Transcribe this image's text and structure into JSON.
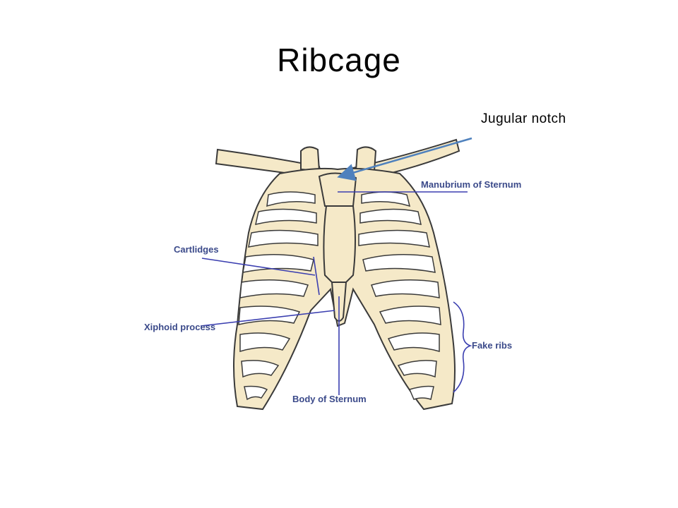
{
  "slide": {
    "title": "Ribcage"
  },
  "callout": {
    "text": "Jugular notch",
    "arrow_color": "#4f81bd"
  },
  "diagram": {
    "labels": {
      "manubrium": "Manubrium of Sternum",
      "cartilages": "Cartlidges",
      "xiphoid": "Xiphoid process",
      "fake_ribs": "Fake ribs",
      "body_sternum": "Body of Sternum"
    },
    "colors": {
      "bone": "#f5e9c8",
      "outline": "#3a3a3a",
      "gap": "#ffffff",
      "leader": "#3b3fb0"
    }
  }
}
